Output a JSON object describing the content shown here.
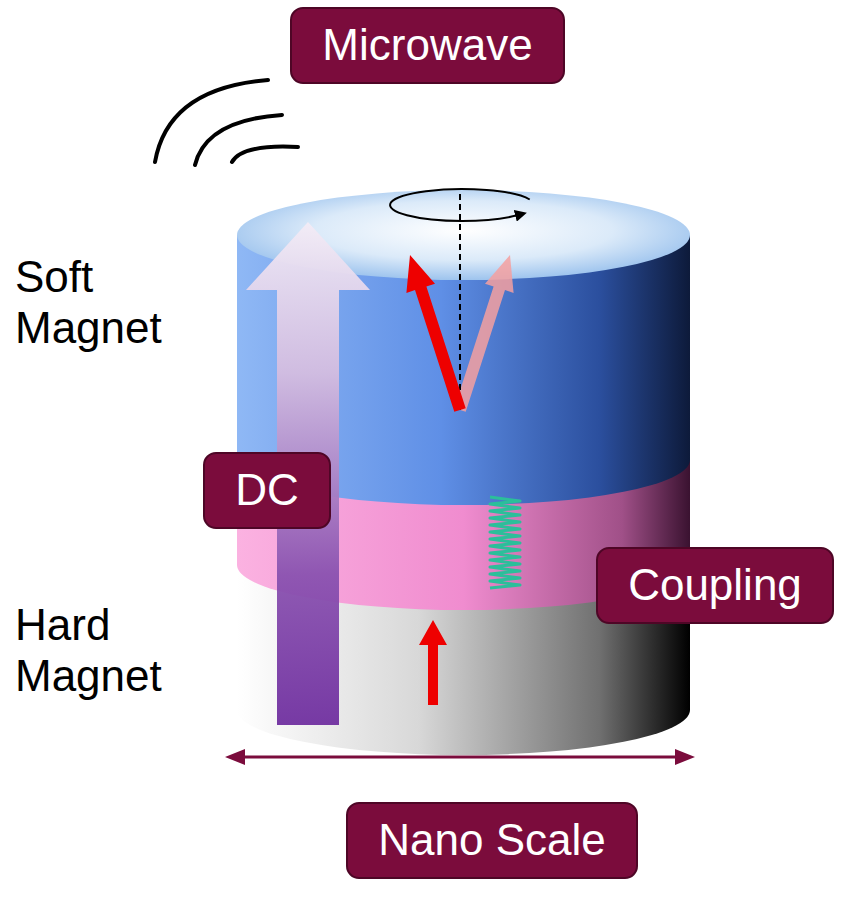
{
  "diagram": {
    "nodes": [
      {
        "text": [
          "Microwave"
        ]
      },
      {
        "text": [
          "DC"
        ]
      },
      {
        "text": [
          "Coupling"
        ]
      },
      {
        "text": [
          "Nano Scale"
        ]
      }
    ],
    "edges": [],
    "labels": [
      "Soft Magnet",
      "Hard Magnet"
    ]
  }
}
